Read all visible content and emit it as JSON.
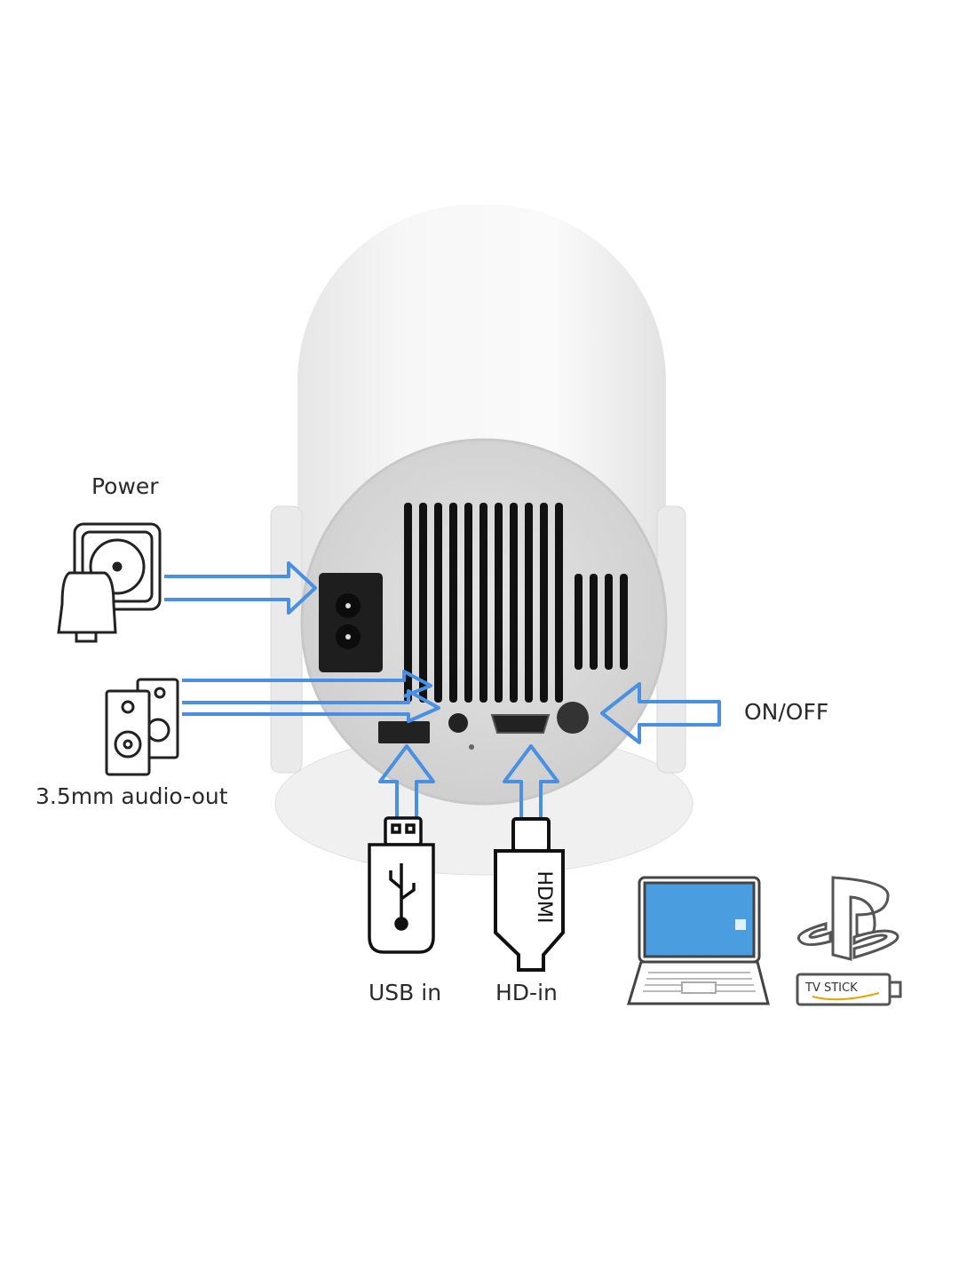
{
  "labels": {
    "power": "Power",
    "audio_out": "3.5mm audio-out",
    "on_off": "ON/OFF",
    "usb_in": "USB in",
    "hd_in": "HD-in"
  },
  "icon_text": {
    "hdmi": "HDMI",
    "tv_stick": "TV STICK"
  },
  "colors": {
    "arrow": "#4a90e2",
    "screen": "#4a9ee0",
    "panel": "#dcdcdc"
  }
}
